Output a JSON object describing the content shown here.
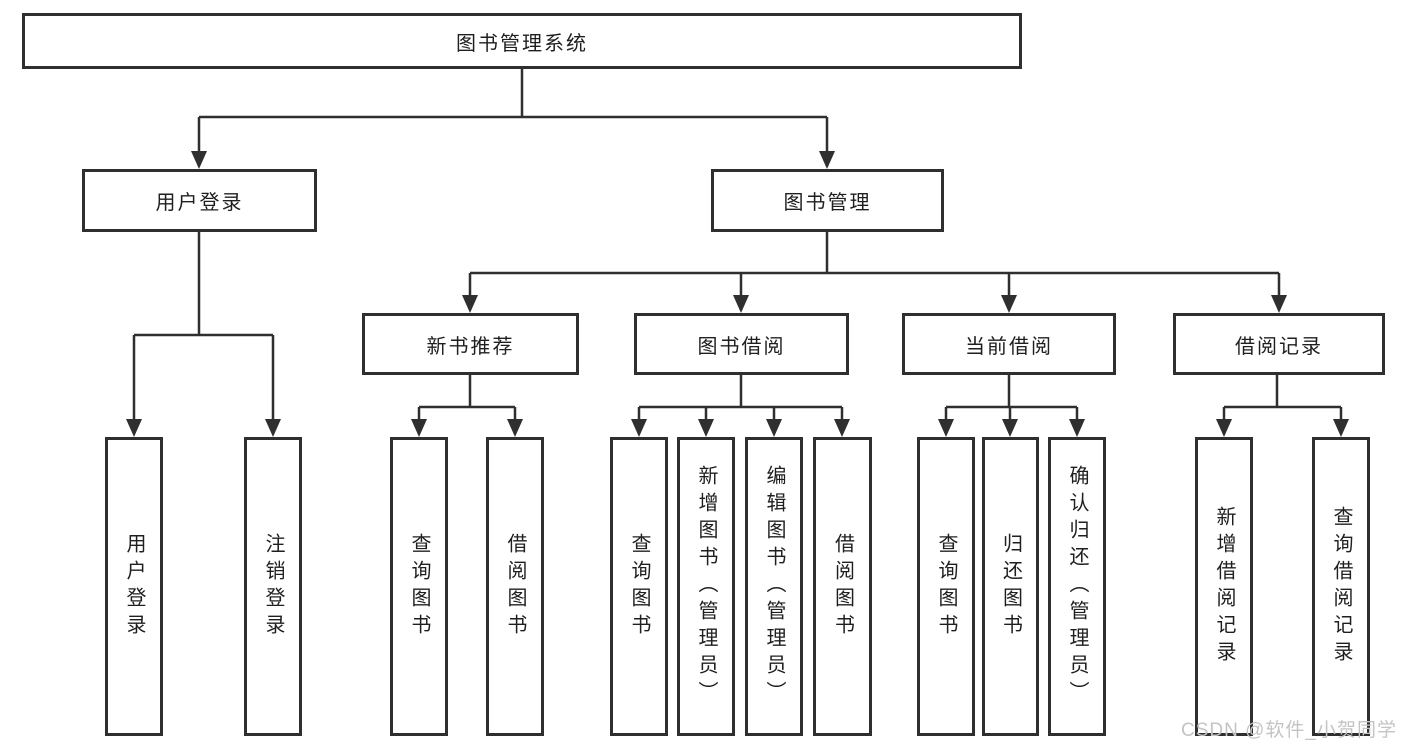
{
  "diagram": {
    "title": "图书管理系统",
    "branches": [
      {
        "label": "用户登录",
        "children": [
          "用户登录",
          "注销登录"
        ]
      },
      {
        "label": "图书管理",
        "modules": [
          {
            "label": "新书推荐",
            "children": [
              "查询图书",
              "借阅图书"
            ]
          },
          {
            "label": "图书借阅",
            "children": [
              "查询图书",
              "新增图书（管理员）",
              "编辑图书（管理员）",
              "借阅图书"
            ]
          },
          {
            "label": "当前借阅",
            "children": [
              "查询图书",
              "归还图书",
              "确认归还（管理员）"
            ]
          },
          {
            "label": "借阅记录",
            "children": [
              "新增借阅记录",
              "查询借阅记录"
            ]
          }
        ]
      }
    ]
  },
  "watermark": {
    "text": "CSDN @软件_小贺同学"
  },
  "colors": {
    "line": "#2f2f2f",
    "box_border": "#2f2f2f",
    "text": "#1f1f1f",
    "watermark": "#c4c4c4",
    "background": "#ffffff"
  }
}
